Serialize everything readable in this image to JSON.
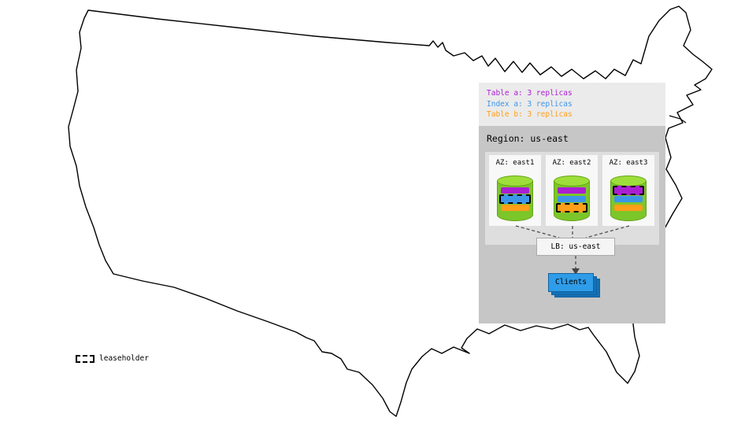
{
  "palette": {
    "table_a": "#ab1fd3",
    "index_a": "#3c96e8",
    "table_b": "#ff9e18",
    "cylinder_green": "#7cc62a",
    "cylinder_top_green": "#9ede3a",
    "clients_blue": "#2e9ce8",
    "clients_blue_dark": "#1272b8",
    "panel_gray": "#ebebeb",
    "region_gray": "#c6c6c6"
  },
  "legend": {
    "items": [
      {
        "label": "Table a: 3 replicas"
      },
      {
        "label": "Index a: 3 replicas"
      },
      {
        "label": "Table b: 3 replicas"
      }
    ]
  },
  "region": {
    "title": "Region: us-east",
    "azs": [
      {
        "label": "AZ: east1",
        "leaseholder": "Index a"
      },
      {
        "label": "AZ: east2",
        "leaseholder": "Table b"
      },
      {
        "label": "AZ: east3",
        "leaseholder": "Table a"
      }
    ],
    "load_balancer": {
      "label": "LB: us-east"
    },
    "clients": {
      "label": "Clients"
    }
  },
  "map": {
    "leaseholder_key_label": "leaseholder"
  }
}
